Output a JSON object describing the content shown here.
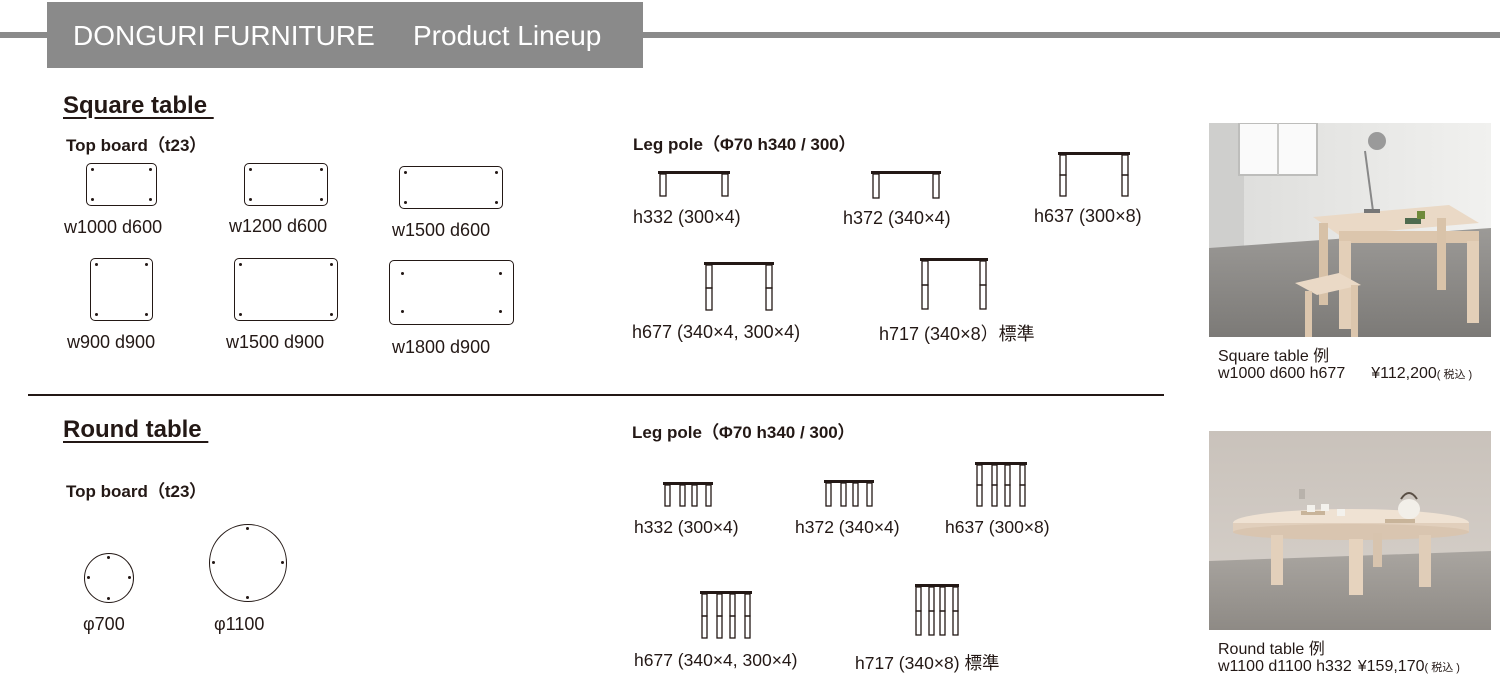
{
  "header": {
    "brand": "DONGURI FURNITURE",
    "subtitle": "Product Lineup"
  },
  "square": {
    "title": "Square table ",
    "top_board_label": "Top board（t23）",
    "leg_pole_label": "Leg pole（Φ70  h340 / 300）",
    "boards": [
      {
        "label": "w1000  d600"
      },
      {
        "label": "w1200  d600"
      },
      {
        "label": "w1500  d600"
      },
      {
        "label": "w900  d900"
      },
      {
        "label": "w1500  d900"
      },
      {
        "label": "w1800  d900"
      }
    ],
    "legs": [
      {
        "label": "h332 (300×4)"
      },
      {
        "label": "h372 (340×4)"
      },
      {
        "label": "h637 (300×8)"
      },
      {
        "label": "h677 (340×4, 300×4)"
      },
      {
        "label": "h717 (340×8）標準"
      }
    ]
  },
  "round": {
    "title": "Round table ",
    "top_board_label": "Top board（t23）",
    "leg_pole_label": "Leg pole（Φ70  h340 / 300）",
    "boards": [
      {
        "label": "φ700"
      },
      {
        "label": "φ1100"
      }
    ],
    "legs": [
      {
        "label": "h332 (300×4)"
      },
      {
        "label": "h372 (340×4)"
      },
      {
        "label": "h637 (300×8)"
      },
      {
        "label": "h677 (340×4, 300×4)"
      },
      {
        "label": "h717 (340×8) 標準"
      }
    ]
  },
  "examples": {
    "square": {
      "caption_line1": "Square table 例",
      "caption_dims": "w1000 d600 h677",
      "caption_price": "¥112,200",
      "caption_tax": "( 税込 )"
    },
    "round": {
      "caption_line1": "Round table 例",
      "caption_dims": "w1100 d1100 h332",
      "caption_price": "¥159,170",
      "caption_tax": "( 税込 )"
    }
  },
  "colors": {
    "header_gray": "#8a8a8a",
    "ink": "#231815",
    "wood": "#e9d6c1"
  }
}
